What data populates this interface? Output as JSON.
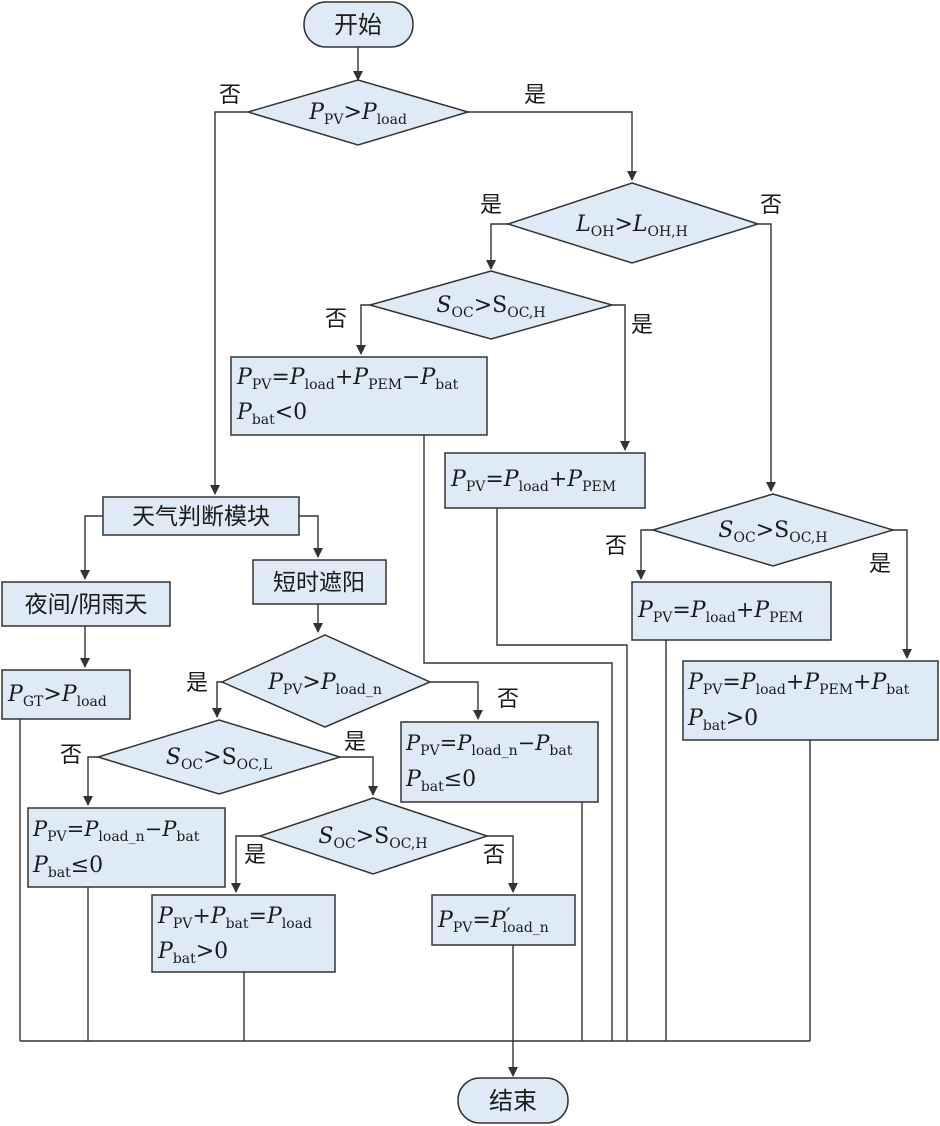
{
  "colors": {
    "node_fill": "#deebf7",
    "stroke": "#333333",
    "text": "#1a1a1a"
  },
  "nodes": {
    "start": "开始",
    "end": "结束",
    "weather": "天气判断模块",
    "night": "夜间/阴雨天",
    "shade": "短时遮阳"
  },
  "branch_labels": {
    "yes": "是",
    "no": "否"
  },
  "decisions": {
    "d1": {
      "a": "P",
      "a_sub": "PV",
      "op": ">",
      "b": "P",
      "b_sub": "load"
    },
    "d2": {
      "a": "L",
      "a_sub": "OH",
      "op": ">",
      "b": "L",
      "b_sub": "OH,H"
    },
    "d3": {
      "a": "S",
      "a_sub": "OC",
      "op": ">",
      "b": "S",
      "b_sub": "OC,H"
    },
    "d4": {
      "a": "S",
      "a_sub": "OC",
      "op": ">",
      "b": "S",
      "b_sub": "OC,H"
    },
    "d5": {
      "a": "P",
      "a_sub": "PV",
      "op": ">",
      "b": "P",
      "b_sub": "load_n"
    },
    "d6": {
      "a": "S",
      "a_sub": "OC",
      "op": ">",
      "b": "S",
      "b_sub": "OC,L"
    },
    "d7": {
      "a": "S",
      "a_sub": "OC",
      "op": ">",
      "b": "S",
      "b_sub": "OC,H"
    }
  },
  "processes": {
    "p1": {
      "line1": [
        "P",
        "PV",
        "=",
        "P",
        "load",
        "+",
        "P",
        "PEM",
        "−",
        "P",
        "bat"
      ],
      "line2": [
        "P",
        "bat",
        "<0"
      ]
    },
    "p2": {
      "line1": [
        "P",
        "PV",
        "=",
        "P",
        "load",
        "+",
        "P",
        "PEM"
      ]
    },
    "p3": {
      "line1": [
        "P",
        "PV",
        "=",
        "P",
        "load",
        "+",
        "P",
        "PEM"
      ]
    },
    "p4": {
      "line1": [
        "P",
        "PV",
        "=",
        "P",
        "load",
        "+",
        "P",
        "PEM",
        "+",
        "P",
        "bat"
      ],
      "line2": [
        "P",
        "bat",
        ">0"
      ]
    },
    "p5": {
      "line1": [
        "P",
        "GT",
        ">",
        "P",
        "load"
      ]
    },
    "p6": {
      "line1": [
        "P",
        "PV",
        "=",
        "P",
        "load_n",
        "−",
        "P",
        "bat"
      ],
      "line2": [
        "P",
        "bat",
        "≤0"
      ]
    },
    "p7": {
      "line1": [
        "P",
        "PV",
        "=",
        "P",
        "load_n",
        "−",
        "P",
        "bat"
      ],
      "line2": [
        "P",
        "bat",
        "≤0"
      ]
    },
    "p8": {
      "line1": [
        "P",
        "PV",
        "+",
        "P",
        "bat",
        "=",
        "P",
        "load"
      ],
      "line2": [
        "P",
        "bat",
        ">0"
      ]
    },
    "p9": {
      "line1": [
        "P",
        "PV",
        "=",
        "P",
        "′",
        "load_n"
      ]
    }
  }
}
